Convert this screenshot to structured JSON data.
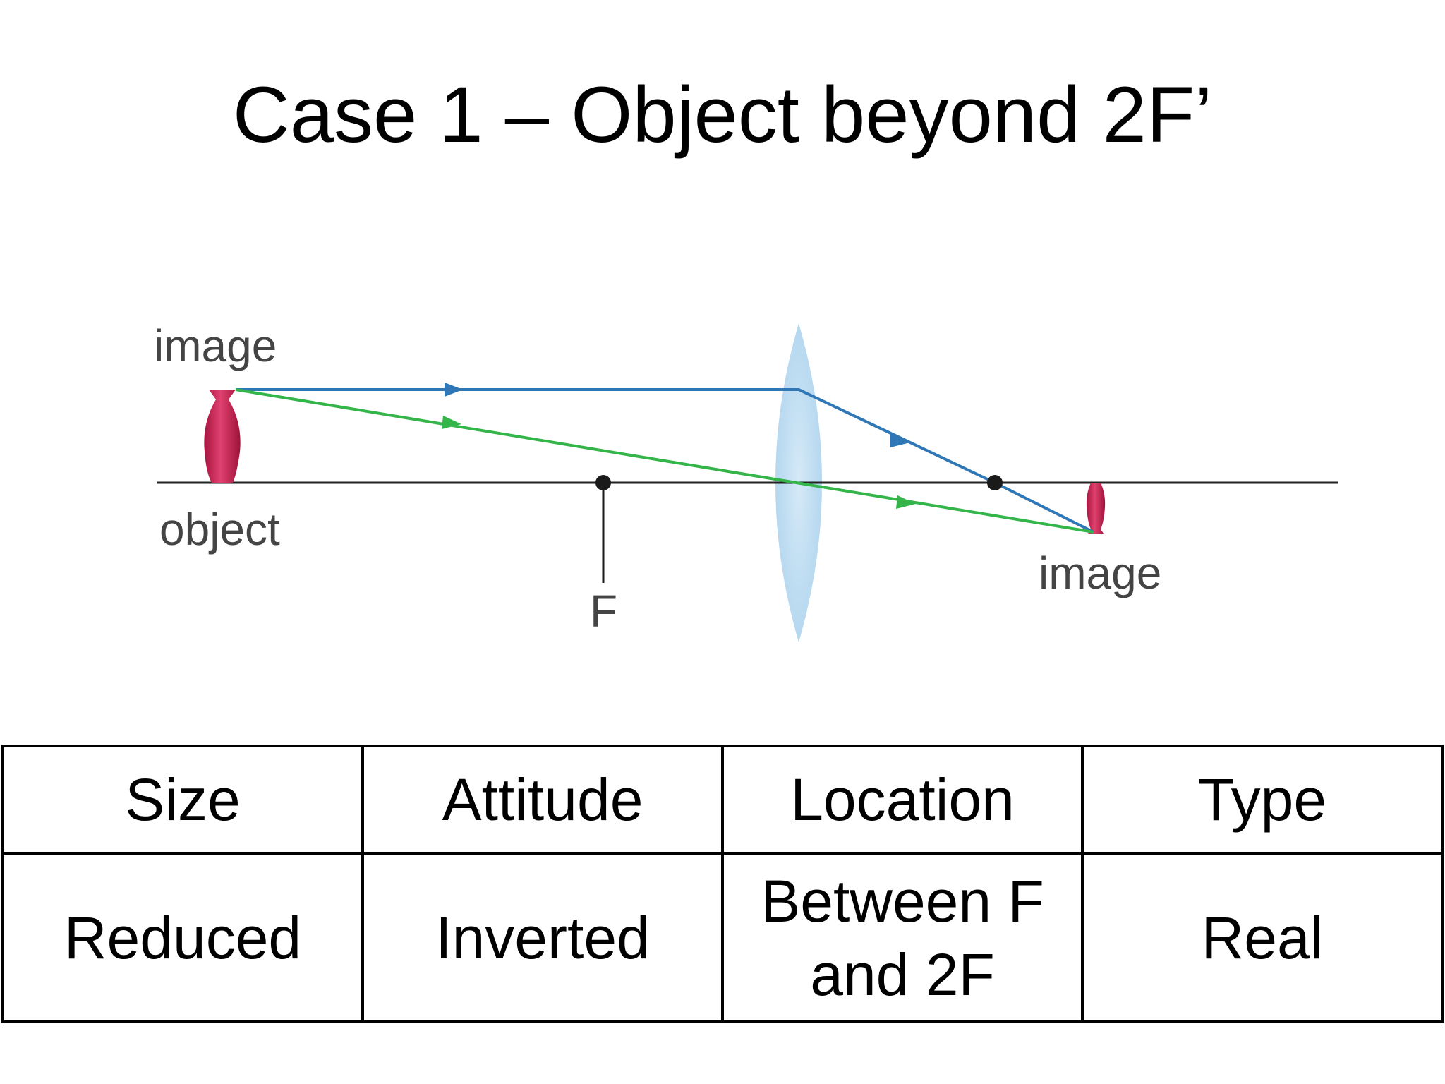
{
  "title": "Case 1 – Object beyond 2F’",
  "diagram": {
    "labels": {
      "image_top_left": "image",
      "object": "object",
      "focal_point": "F",
      "image_bottom_right": "image"
    },
    "colors": {
      "parallel_ray": "#2f77b5",
      "center_ray": "#33b54a",
      "principal_axis": "#222222",
      "lens": "#a9d3ee",
      "object_vase": "#d1245a",
      "focal_dot": "#1a1a1a"
    }
  },
  "table": {
    "headers": [
      "Size",
      "Attitude",
      "Location",
      "Type"
    ],
    "values": [
      {
        "lines": [
          "Reduced"
        ]
      },
      {
        "lines": [
          "Inverted"
        ]
      },
      {
        "lines": [
          "Between F",
          "and 2F"
        ]
      },
      {
        "lines": [
          "Real"
        ]
      }
    ]
  }
}
